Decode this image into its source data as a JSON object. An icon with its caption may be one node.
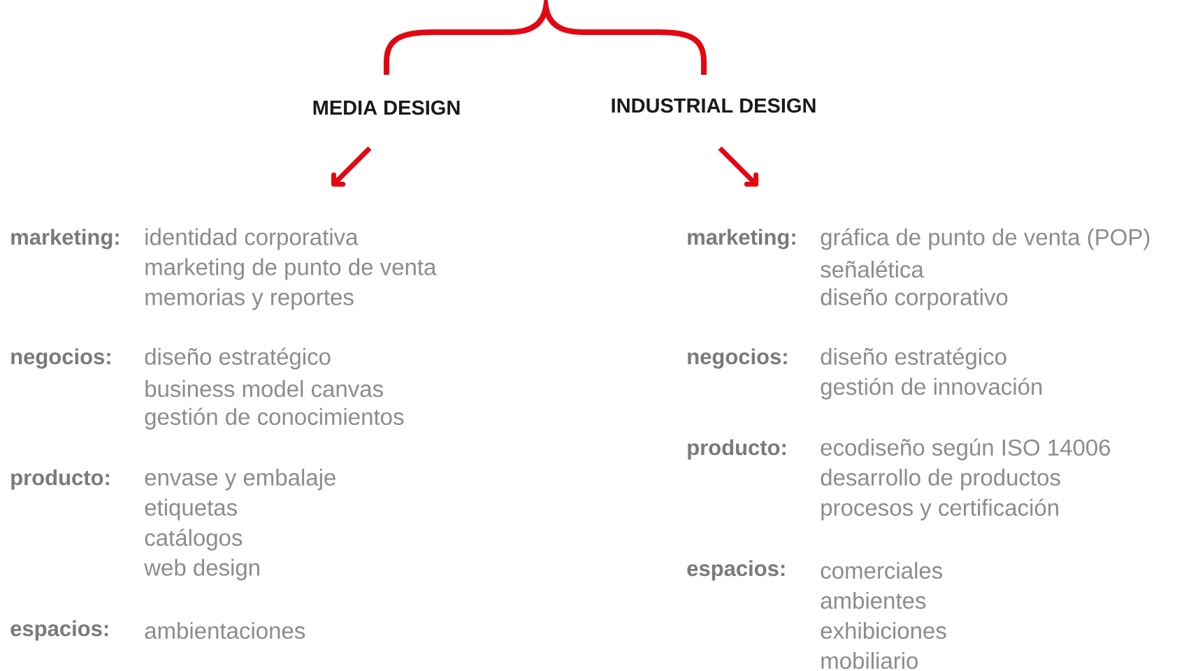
{
  "diagram": {
    "nodes": [
      {
        "text": [
          "MEDIA DESIGN"
        ]
      },
      {
        "text": [
          "INDUSTRIAL DESIGN"
        ]
      }
    ],
    "labels": [
      "marketing:",
      "identidad corporativa",
      "marketing de punto de venta",
      "memorias y reportes",
      "negocios:",
      "diseño estratégico",
      "business model canvas",
      "gestión de conocimientos",
      "producto:",
      "envase y embalaje",
      "etiquetas",
      "catálogos",
      "web design",
      "espacios:",
      "ambientaciones",
      "marketing:",
      "gráfica de punto de venta (POP)",
      "señalética",
      "diseño corporativo",
      "negocios:",
      "diseño estratégico",
      "gestión de innovación",
      "producto:",
      "ecodiseño según ISO 14006",
      "desarrollo de productos",
      "procesos y certificación",
      "espacios:",
      "comerciales",
      "ambientes",
      "exhibiciones",
      "mobiliario"
    ]
  }
}
